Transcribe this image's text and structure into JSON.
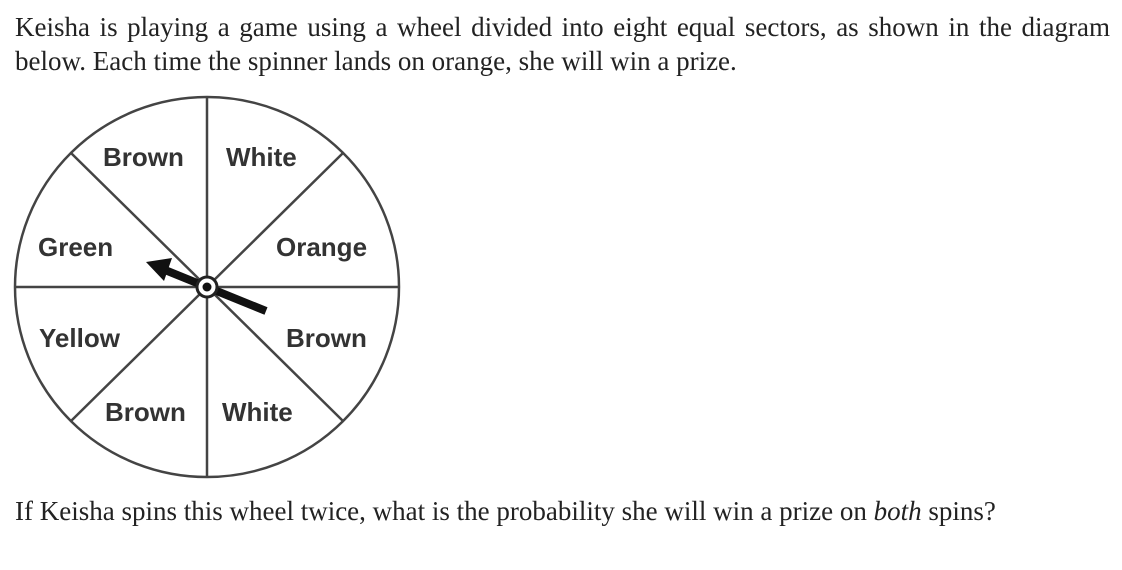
{
  "question": {
    "intro": "Keisha is playing a game using a wheel divided into eight equal sectors, as shown in the diagram below.  Each time the spinner lands on orange, she will win a prize.",
    "prompt_prefix": "If Keisha spins this wheel twice, what is the probability she will win a prize on ",
    "prompt_emphasis": "both",
    "prompt_suffix": " spins?"
  },
  "wheel": {
    "sectors": [
      "Brown",
      "White",
      "Orange",
      "Brown",
      "White",
      "Brown",
      "Yellow",
      "Green"
    ]
  }
}
